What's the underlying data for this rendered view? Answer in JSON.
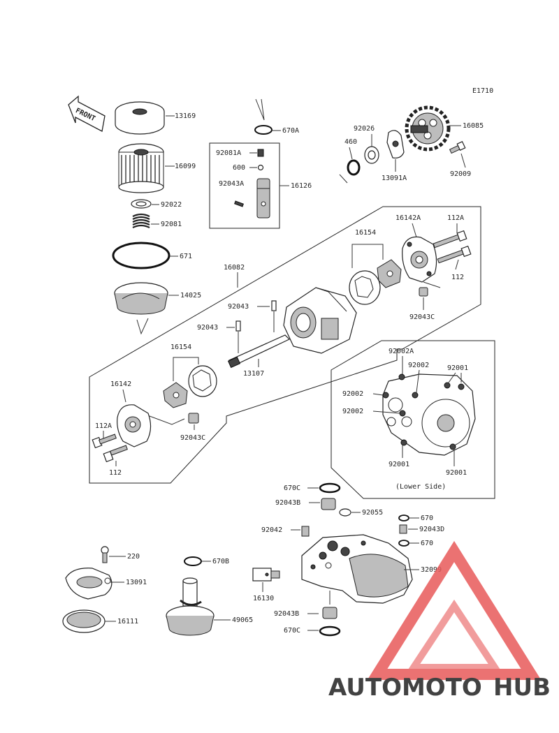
{
  "figure_code": "E1710",
  "front_label": "FRONT",
  "lower_side_label": "(Lower Side)",
  "watermark": {
    "part1": "AUTOMOTO",
    "part2": "HUB",
    "color1": "#f2b24a",
    "color2": "#9a9a9a",
    "triangle_color": "#e85a5a"
  },
  "parts": {
    "p13169": "13169",
    "p16099": "16099",
    "p92022": "92022",
    "p92081": "92081",
    "p671": "671",
    "p14025": "14025",
    "p670A": "670A",
    "p92081A": "92081A",
    "p600": "600",
    "p92043A": "92043A",
    "p16126": "16126",
    "p92026": "92026",
    "p460": "460",
    "p13091A": "13091A",
    "p16085": "16085",
    "p92009": "92009",
    "p16082": "16082",
    "p16154a": "16154",
    "p16142Aa": "16142A",
    "p112Aa": "112A",
    "p112a": "112",
    "p92043Ca": "92043C",
    "p92043a": "92043",
    "p92043b": "92043",
    "p13107": "13107",
    "p16154b": "16154",
    "p16142": "16142",
    "p112Ab": "112A",
    "p112b": "112",
    "p92043Cb": "92043C",
    "p92002A": "92002A",
    "p92002a": "92002",
    "p92001a": "92001",
    "p92002b": "92002",
    "p92002c": "92002",
    "p92001b": "92001",
    "p92001c": "92001",
    "p670Ca": "670C",
    "p92043Ba": "92043B",
    "p92055": "92055",
    "p670a": "670",
    "p92042": "92042",
    "p92043D": "92043D",
    "p670b": "670",
    "p32099": "32099",
    "p16130": "16130",
    "p92043Bb": "92043B",
    "p670Cb": "670C",
    "p220": "220",
    "p13091": "13091",
    "p16111": "16111",
    "p670B": "670B",
    "p49065": "49065"
  }
}
